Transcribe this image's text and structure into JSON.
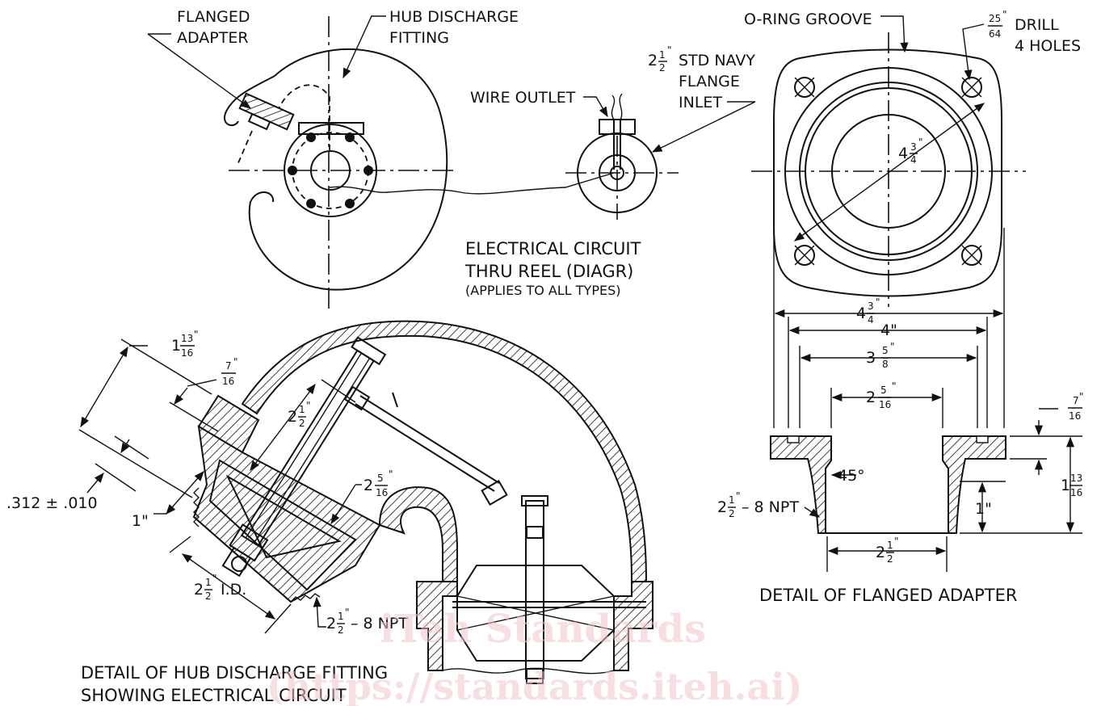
{
  "labels": {
    "flanged_adapter_1": "FLANGED",
    "flanged_adapter_2": "ADAPTER",
    "hub_discharge_1": "HUB DISCHARGE",
    "hub_discharge_2": "FITTING",
    "wire_outlet": "WIRE OUTLET",
    "navy_flange_whole": "2",
    "navy_flange_frac_num": "1",
    "navy_flange_frac_den": "2",
    "navy_flange_1": "STD NAVY",
    "navy_flange_2": "FLANGE",
    "navy_flange_3": "INLET",
    "circuit_title_1": "ELECTRICAL CIRCUIT",
    "circuit_title_2": "THRU REEL (DIAGR)",
    "circuit_note": "(APPLIES TO ALL TYPES)",
    "oring_groove": "O-RING GROOVE",
    "drill_num": "25",
    "drill_den": "64",
    "drill_1": "DRILL",
    "drill_2": "4 HOLES",
    "adapter_title": "DETAIL OF FLANGED ADAPTER",
    "hub_title_1": "DETAIL OF HUB DISCHARGE FITTING",
    "hub_title_2": "SHOWING ELECTRICAL CIRCUIT",
    "watermark_1": "iTeh Standards",
    "watermark_2": "(https://standards.iteh.ai)"
  },
  "dimensions": {
    "bolt_circle": {
      "whole": "4",
      "num": "3",
      "den": "4"
    },
    "flange_width": {
      "whole": "4",
      "num": "3",
      "den": "4"
    },
    "width_4": "4\"",
    "width_3_5_8": {
      "whole": "3",
      "num": "5",
      "den": "8"
    },
    "width_2_5_16": {
      "whole": "2",
      "num": "5",
      "den": "16"
    },
    "flange_thk": {
      "num": "7",
      "den": "16"
    },
    "height_1_13_16": {
      "whole": "1",
      "num": "13",
      "den": "16"
    },
    "angle": "45°",
    "thread_adapter": {
      "whole": "2",
      "num": "1",
      "den": "2",
      "suffix": "– 8 NPT"
    },
    "thread_len": "1\"",
    "bore": {
      "whole": "2",
      "num": "1",
      "den": "2"
    },
    "hub_len": {
      "whole": "1",
      "num": "13",
      "den": "16"
    },
    "hub_flange": {
      "num": "7",
      "den": "16"
    },
    "tolerance": ".312 ± .010",
    "hub_1in": "1\"",
    "hub_2_1_2": {
      "whole": "2",
      "num": "1",
      "den": "2"
    },
    "hub_2_5_16": {
      "whole": "2",
      "num": "5",
      "den": "16"
    },
    "hub_id": {
      "whole": "2",
      "num": "1",
      "den": "2",
      "suffix": "I.D."
    },
    "hub_thread": {
      "whole": "2",
      "num": "1",
      "den": "2",
      "suffix": "– 8 NPT"
    }
  }
}
